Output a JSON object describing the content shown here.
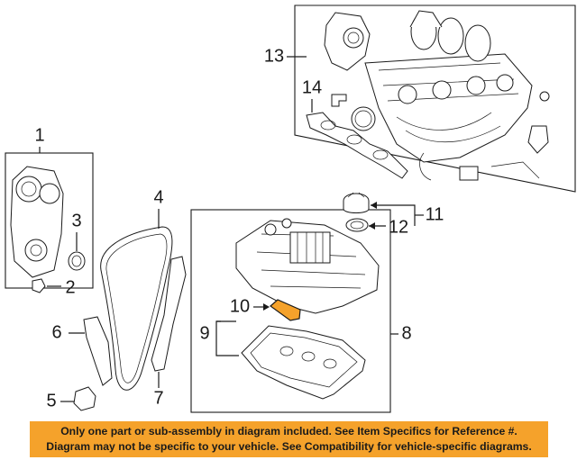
{
  "callouts": {
    "c1": "1",
    "c2": "2",
    "c3": "3",
    "c4": "4",
    "c5": "5",
    "c6": "6",
    "c7": "7",
    "c8": "8",
    "c9": "9",
    "c10": "10",
    "c11": "11",
    "c12": "12",
    "c13": "13",
    "c14": "14"
  },
  "highlight_color": "#f5a22b",
  "disclaimer": {
    "line1": "Only one part or sub-assembly in diagram included. See Item Specifics for Reference #.",
    "line2": "Diagram may not be specific to your vehicle. See Compatibility for vehicle-specific diagrams."
  }
}
